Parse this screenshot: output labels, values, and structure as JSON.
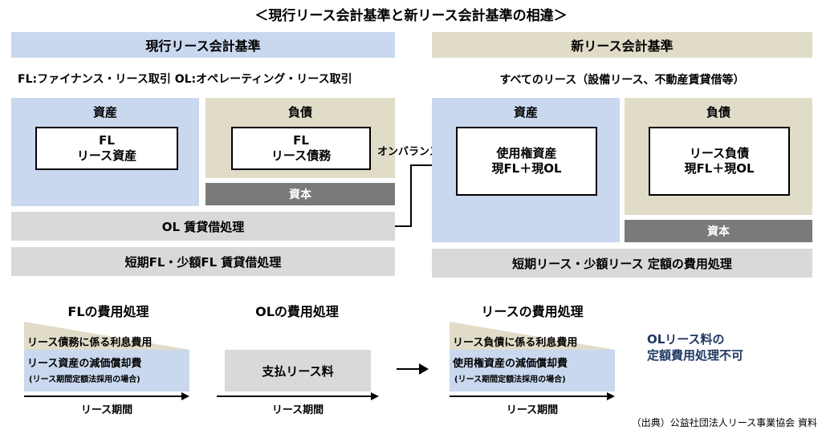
{
  "title": "＜現行リース会計基準と新リース会計基準の相違＞",
  "current": {
    "header": "現行リース会計基準",
    "subtitle": "FL:ファイナンス・リース取引 OL:オペレーティング・リース取引",
    "assets_label": "資産",
    "assets_box": "FL\nリース資産",
    "liabilities_label": "負債",
    "liabilities_box": "FL\nリース債務",
    "equity": "資本",
    "ol_row": "OL 賃貸借処理",
    "short_row": "短期FL・少額FL 賃貸借処理"
  },
  "arrow_label": "オンバランス",
  "new": {
    "header": "新リース会計基準",
    "subtitle": "すべてのリース（設備リース、不動産賃貸借等）",
    "assets_label": "資産",
    "assets_box": "使用権資産\n現FL＋現OL",
    "liabilities_label": "負債",
    "liabilities_box": "リース負債\n現FL＋現OL",
    "equity": "資本",
    "short_row": "短期リース・少額リース 定額の費用処理"
  },
  "expense": {
    "fl_title": "FLの費用処理",
    "fl_interest": "リース債務に係る利息費用",
    "fl_depr": "リース資産の減価償却費",
    "fl_note": "(リース期間定額法採用の場合)",
    "fl_axis": "リース期間",
    "ol_title": "OLの費用処理",
    "ol_box": "支払リース料",
    "ol_axis": "リース期間",
    "new_title": "リースの費用処理",
    "new_interest": "リース負債に係る利息費用",
    "new_depr": "使用権資産の減価償却費",
    "new_note": "(リース期間定額法採用の場合)",
    "new_axis": "リース期間",
    "ol_note": "OLリース料の\n定額費用処理不可"
  },
  "source": "（出典）公益社団法人リース事業協会 資料"
}
